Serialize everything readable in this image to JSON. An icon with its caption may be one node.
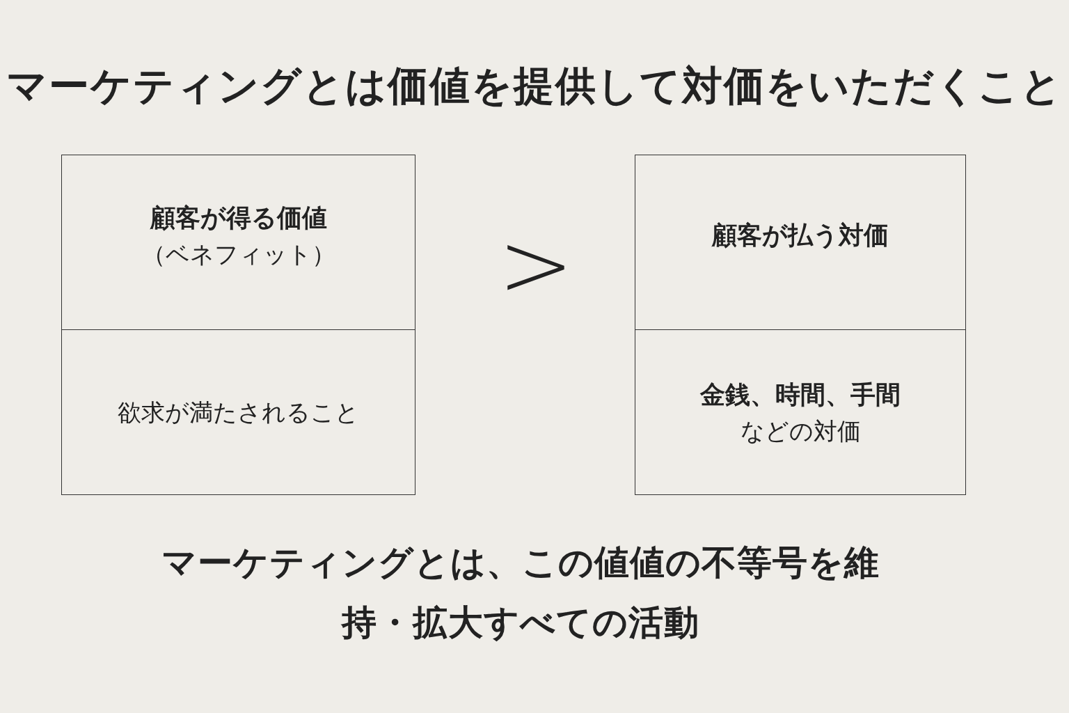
{
  "diagram": {
    "title": "マーケティングとは価値を提供して対価をいただくこと",
    "caption": "マーケティングとは、この値値の不等号を維持・拡大すべての活動",
    "nodes": [
      {
        "text": [
          "顧客が得る価値",
          "（ベネフィット）"
        ]
      },
      {
        "text": [
          "欲求が満たされること"
        ]
      },
      {
        "text": [
          "顧客が払う対価"
        ]
      },
      {
        "text": [
          "金銭、時間、手間",
          "などの対価"
        ]
      }
    ],
    "labels": [
      ">"
    ]
  }
}
